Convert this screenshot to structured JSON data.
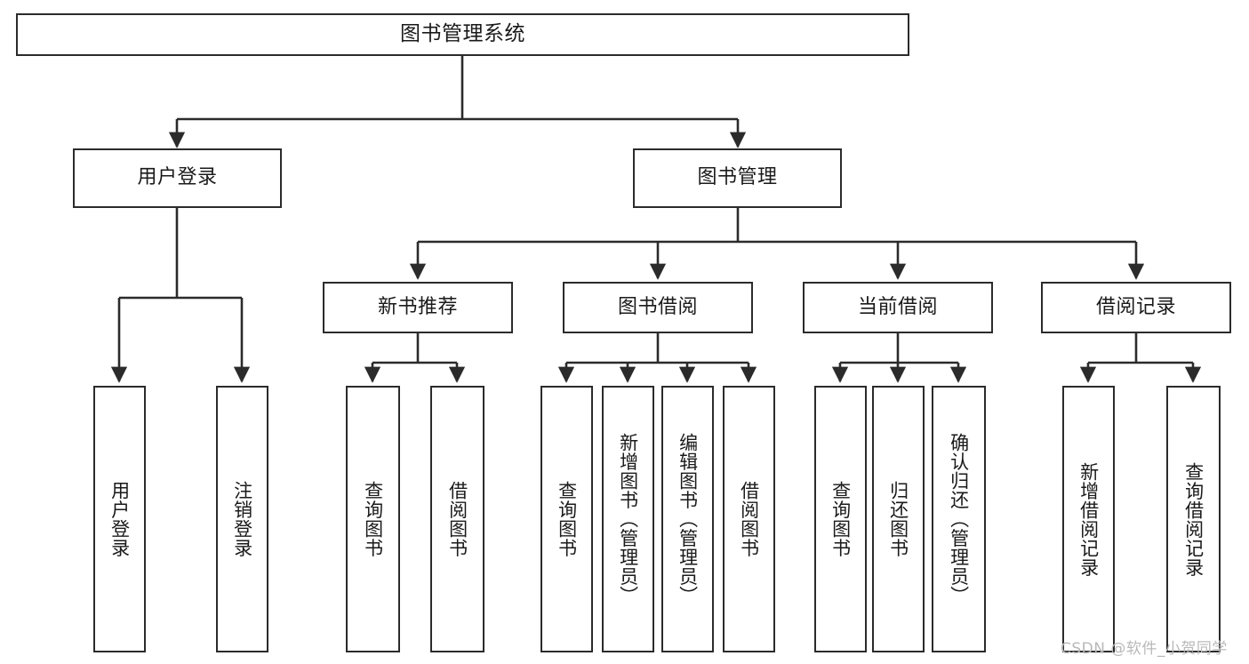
{
  "diagram": {
    "title": "图书管理系统",
    "type": "tree-hierarchy-chart",
    "stroke_color": "#2b2b2b",
    "text_color": "#1a1a1a",
    "background_color": "#ffffff",
    "watermark": "CSDN @软件_小贺同学",
    "watermark_color": "#b9b9b9"
  },
  "nodes": {
    "root": {
      "label": "图书管理系统"
    },
    "level2": [
      {
        "label": "用户登录"
      },
      {
        "label": "图书管理"
      }
    ],
    "level3": [
      {
        "label": "新书推荐"
      },
      {
        "label": "图书借阅"
      },
      {
        "label": "当前借阅"
      },
      {
        "label": "借阅记录"
      }
    ],
    "leaves_user_login": [
      {
        "label": "用户登录"
      },
      {
        "label": "注销登录"
      }
    ],
    "leaves_new_book": [
      {
        "label": "查询图书"
      },
      {
        "label": "借阅图书"
      }
    ],
    "leaves_borrow": [
      {
        "label": "查询图书"
      },
      {
        "label": "新增图书（管理员）"
      },
      {
        "label": "编辑图书（管理员）"
      },
      {
        "label": "借阅图书"
      }
    ],
    "leaves_current": [
      {
        "label": "查询图书"
      },
      {
        "label": "归还图书"
      },
      {
        "label": "确认归还（管理员）"
      }
    ],
    "leaves_records": [
      {
        "label": "新增借阅记录"
      },
      {
        "label": "查询借阅记录"
      }
    ]
  }
}
